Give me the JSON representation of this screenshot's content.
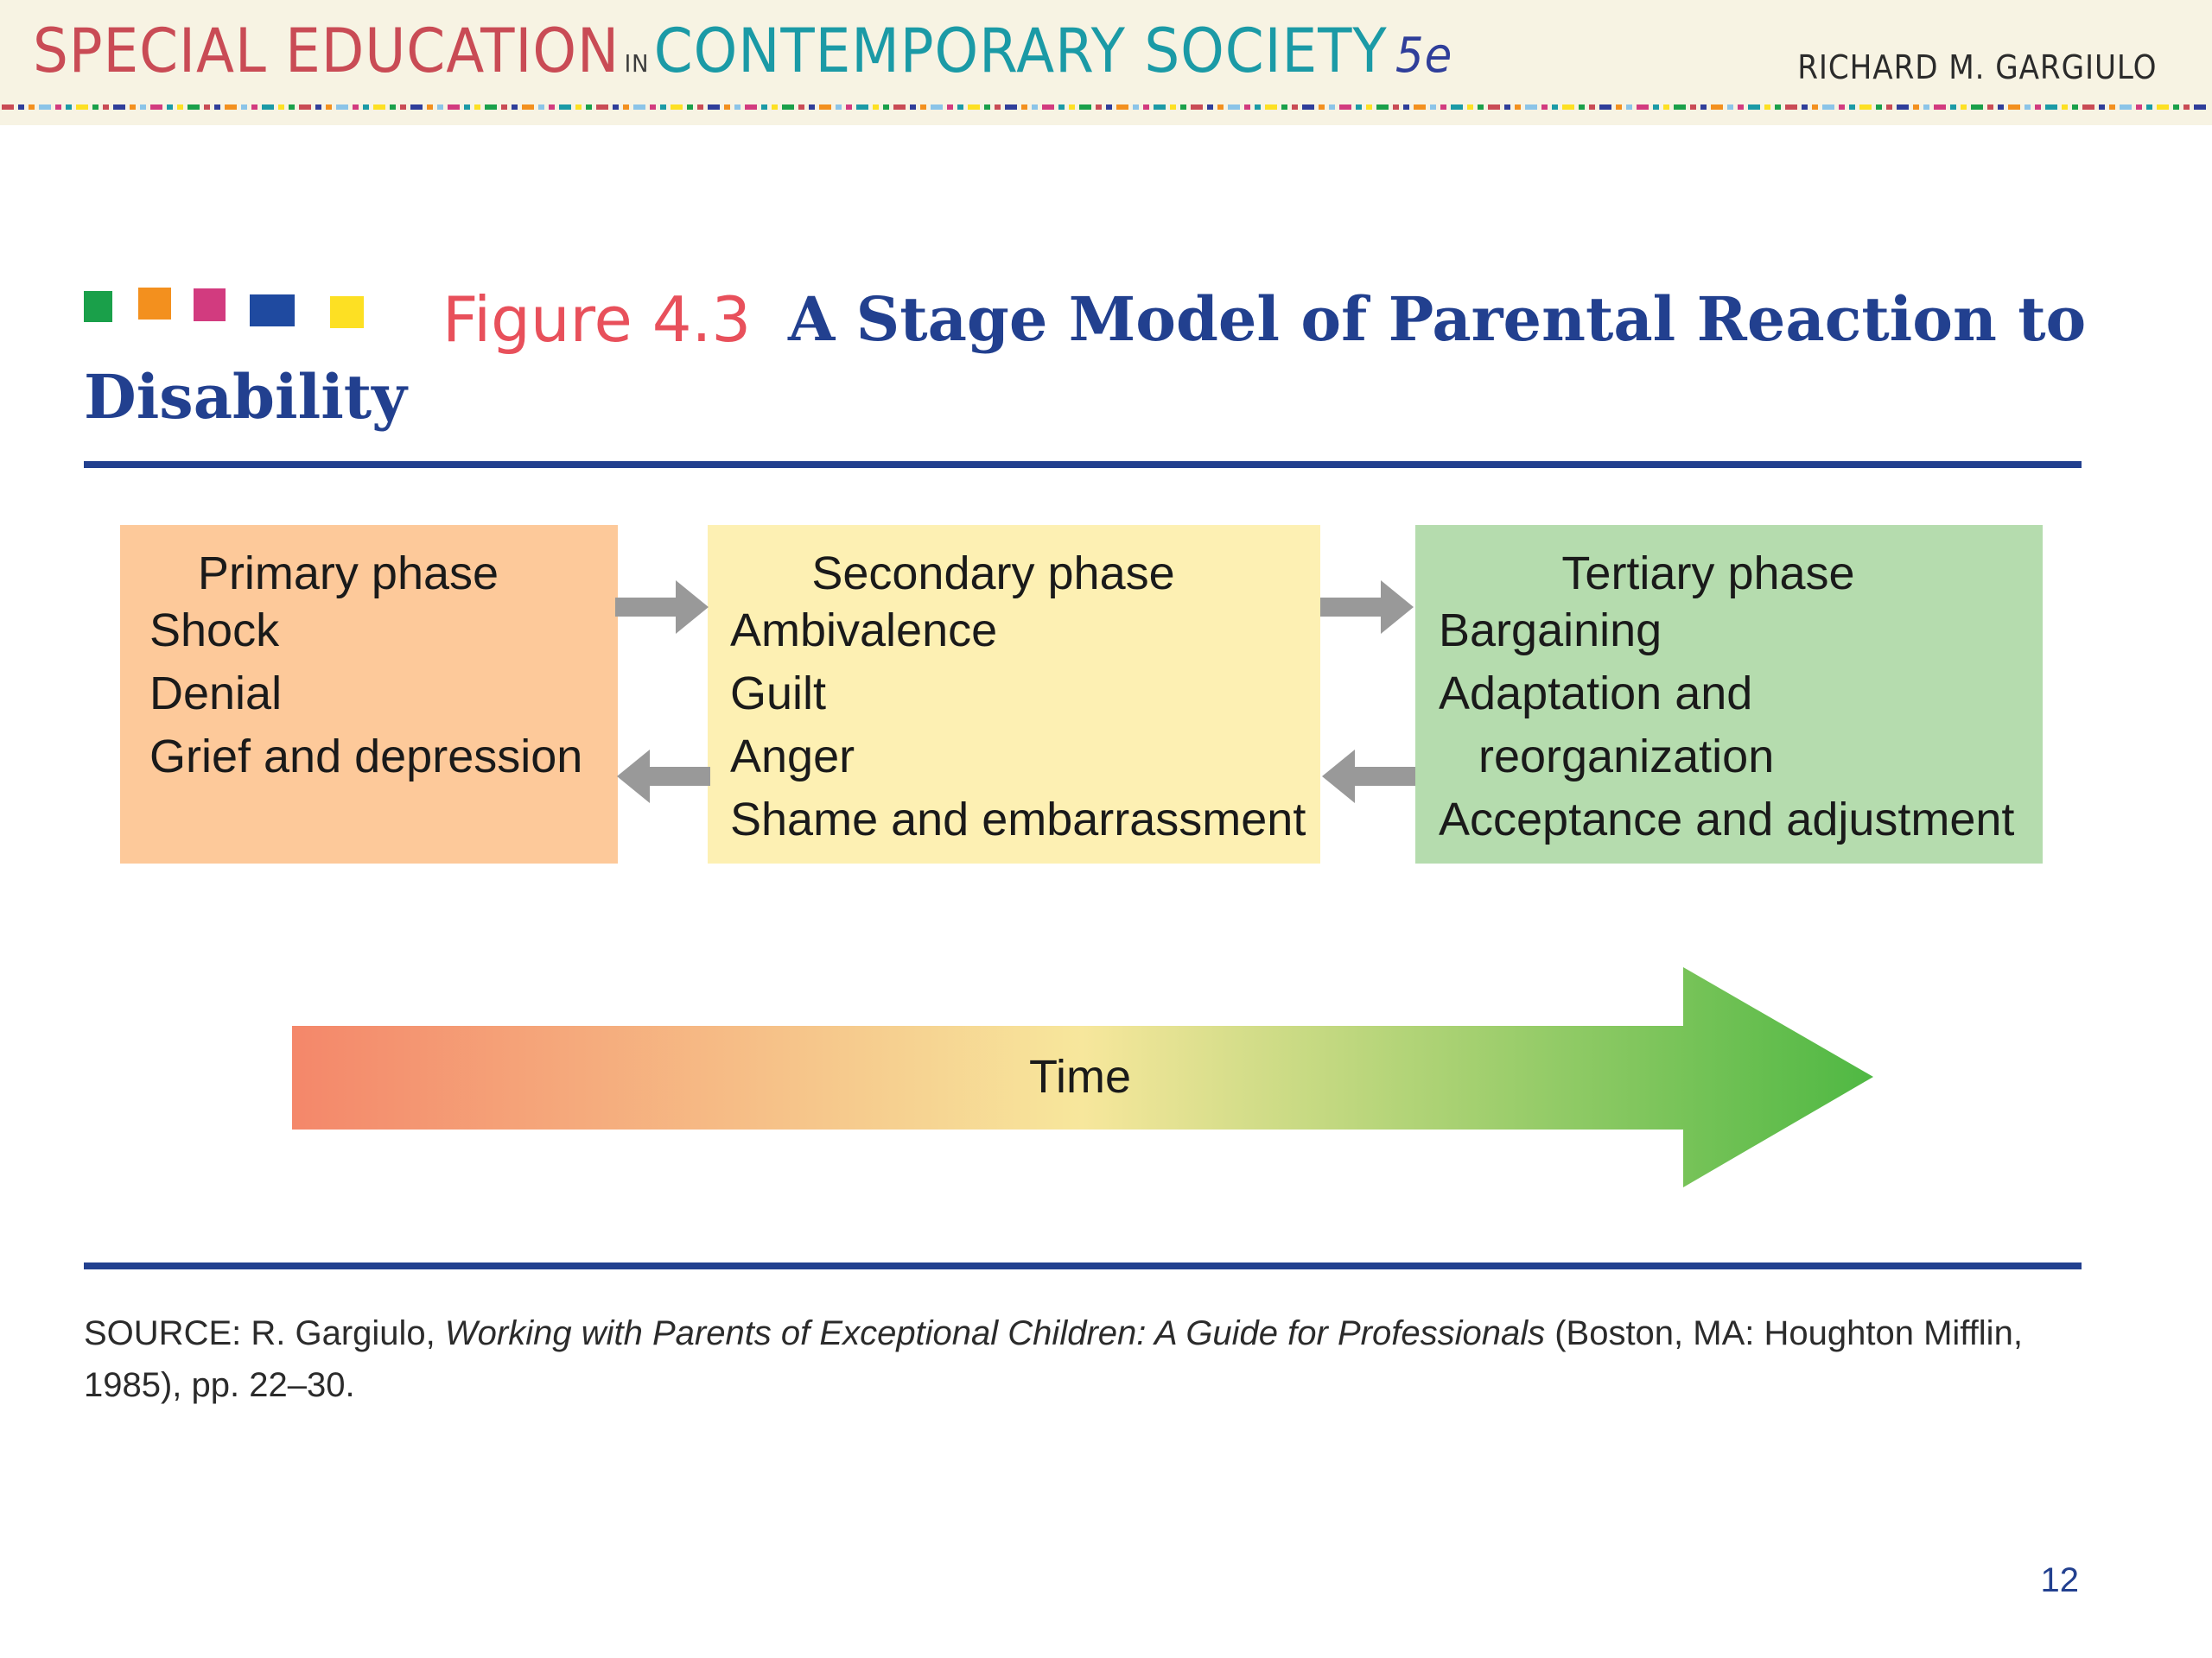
{
  "header": {
    "title_special": "SPECIAL EDUCATION",
    "title_in": "IN",
    "title_contemporary": "CONTEMPORARY SOCIETY",
    "edition": "5e",
    "author": "RICHARD M. GARGIULO"
  },
  "figure": {
    "label": "Figure 4.3",
    "title_line1": "A Stage Model of Parental Reaction to",
    "title_line2": "Disability"
  },
  "phases": [
    {
      "title": "Primary phase",
      "items": [
        "Shock",
        "Denial",
        "Grief and depression"
      ],
      "color": "#fdc99a"
    },
    {
      "title": "Secondary phase",
      "items": [
        "Ambivalence",
        "Guilt",
        "Anger",
        "Shame and embarrassment"
      ],
      "color": "#fdf0b3"
    },
    {
      "title": "Tertiary phase",
      "items": [
        "Bargaining",
        "Adaptation and",
        "reorganization",
        "Acceptance and adjustment"
      ],
      "color": "#b5dcae"
    }
  ],
  "time_label": "Time",
  "source": {
    "prefix": "SOURCE: R. Gargiulo, ",
    "work": "Working with Parents of Exceptional Children: A Guide for Professionals",
    "suffix": " (Boston, MA: Houghton Mifflin, 1985), pp. 22–30."
  },
  "page_number": "12",
  "colors": {
    "brand_blue": "#22408f",
    "figure_red": "#e8505b",
    "connector_gray": "#999999",
    "square_green": "#1aa04a",
    "square_orange": "#f3901e",
    "square_pink": "#d23b7f",
    "square_blue": "#1f4aa0",
    "square_yellow": "#fde023",
    "time_start": "#f4876a",
    "time_mid": "#f7e79c",
    "time_end": "#4fb843"
  }
}
